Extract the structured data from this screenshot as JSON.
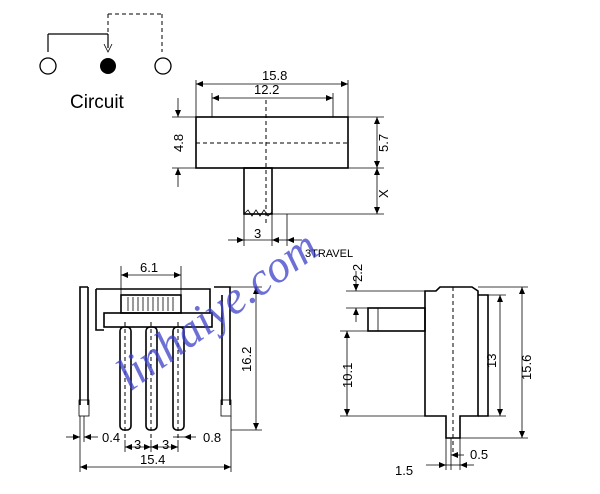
{
  "circuit": {
    "label": "Circuit"
  },
  "top_view": {
    "dim_outer_width": "15.8",
    "dim_inner_width": "12.2",
    "dim_height_left": "4.8",
    "dim_height_right": "5.7",
    "dim_actuator_x": "X",
    "dim_actuator_width": "3",
    "dim_travel": "3TRAVEL"
  },
  "front_view": {
    "dim_top_width": "6.1",
    "dim_pin_height": "16.2",
    "dim_pin_thickness": "0.4",
    "dim_pitch_1": "3",
    "dim_pitch_2": "3",
    "dim_pin_width": "0.8",
    "dim_total_width": "15.4"
  },
  "side_view": {
    "dim_top": "2.2",
    "dim_left_height": "10.1",
    "dim_mid_height": "13",
    "dim_total_height": "15.6",
    "dim_bottom_left": "1.5",
    "dim_bottom_right": "0.5"
  },
  "watermark": {
    "text": "linhaiye.com"
  },
  "colors": {
    "watermark": "#3b3fc8",
    "line": "#000000"
  }
}
